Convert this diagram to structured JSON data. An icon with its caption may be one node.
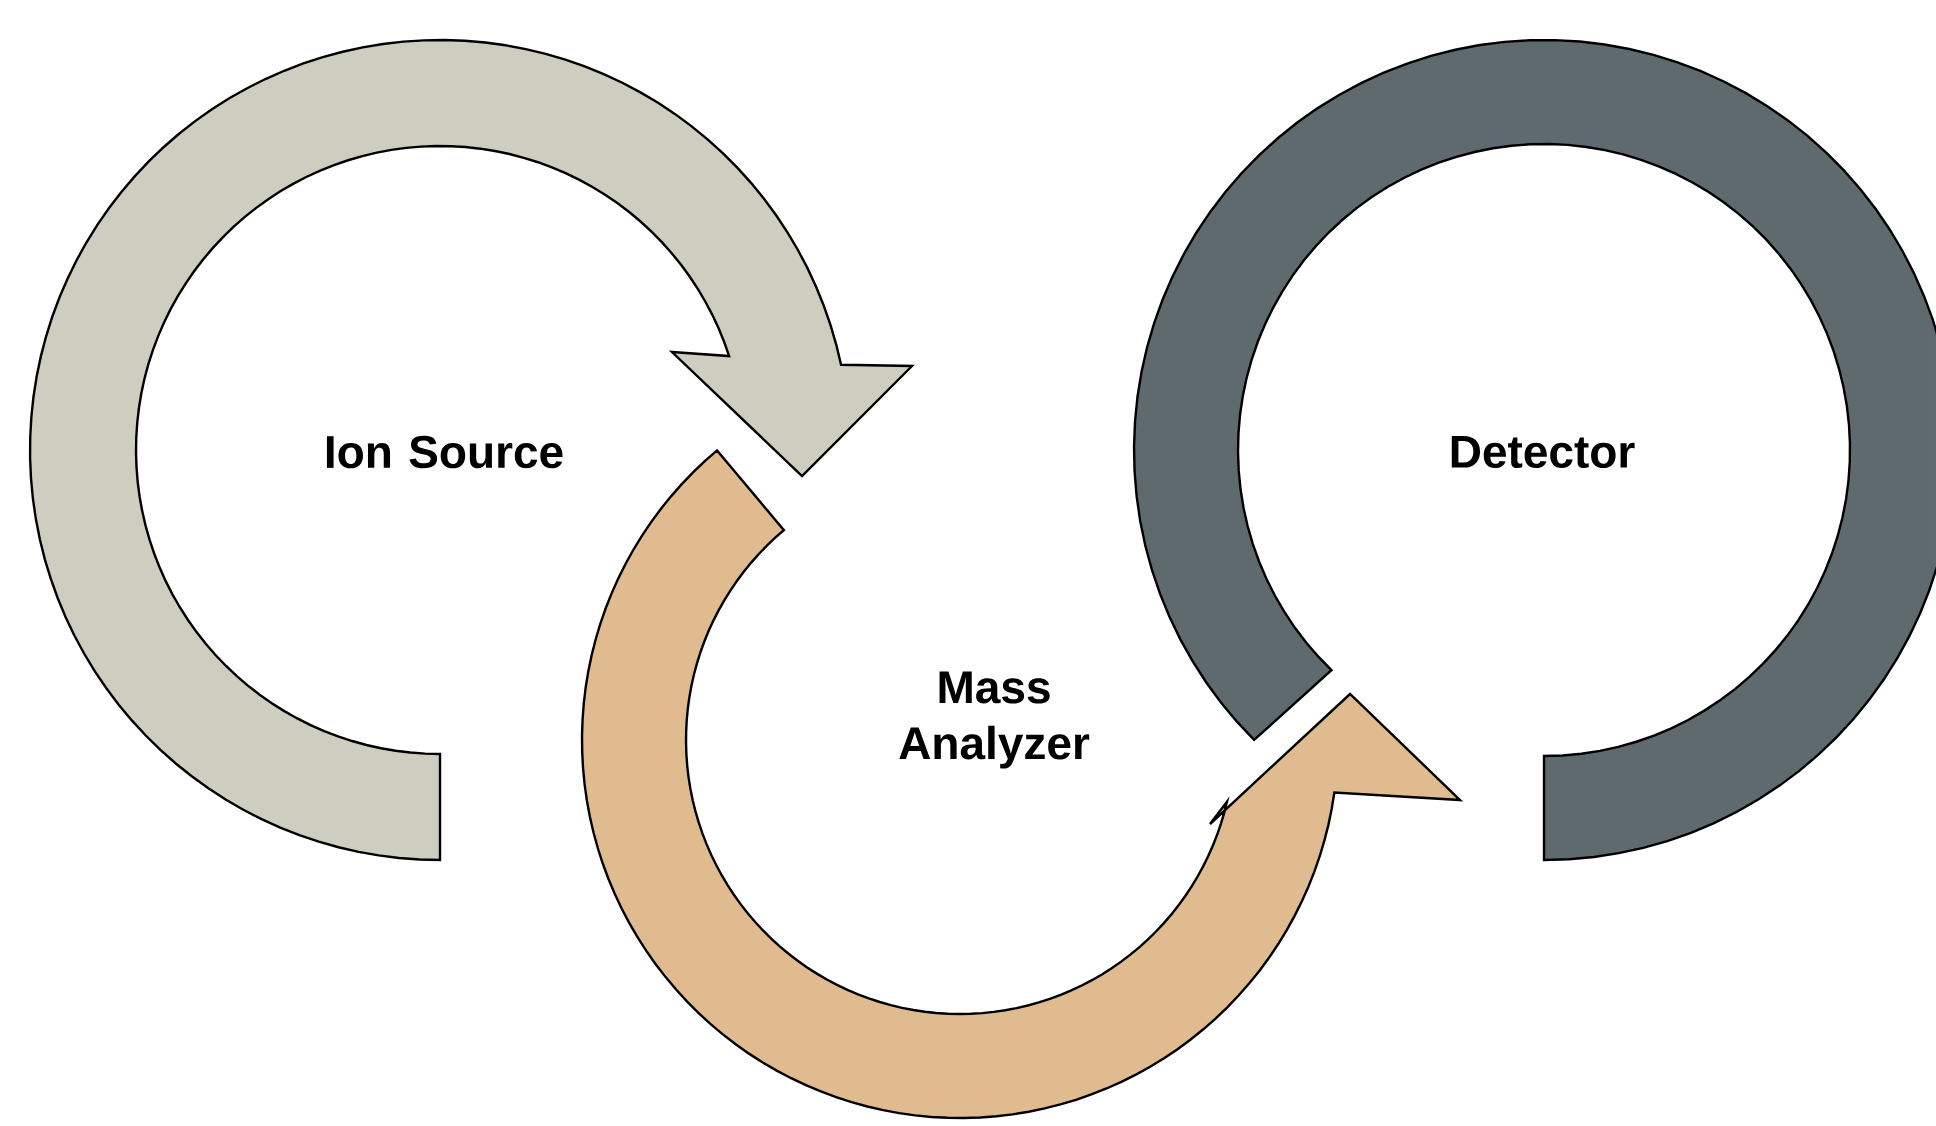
{
  "diagram": {
    "nodes": [
      {
        "text": [
          "Ion Source"
        ]
      },
      {
        "text": [
          "Mass Analyzer"
        ]
      },
      {
        "text": [
          "Detector"
        ]
      }
    ],
    "edges": [
      {
        "from": 0,
        "to": 1,
        "arrow": "to",
        "color": "#cdcdc0"
      },
      {
        "from": 1,
        "to": 2,
        "arrow": "to",
        "color": "#dfbb8f"
      }
    ]
  }
}
